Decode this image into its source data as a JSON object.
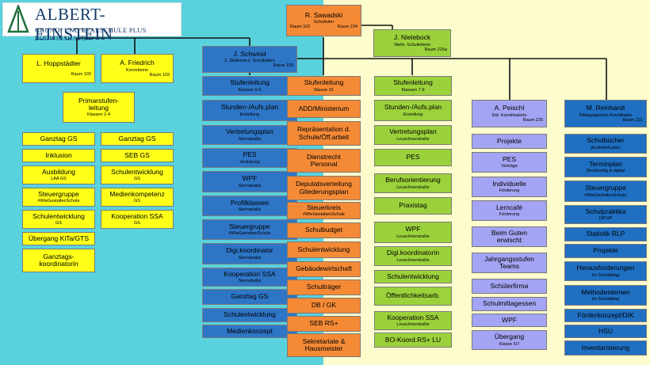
{
  "logo": {
    "name": "Albert-Einstein",
    "subtitle": "Grund- und Realschule plus Ludwigshafen"
  },
  "head": {
    "name": "R. Sawadski",
    "role": "Schulleiter",
    "room_left": "Raum 102",
    "room_right": "Raum 224"
  },
  "deputy2": {
    "name": "J. Nielebock",
    "role": "Stellv. Schulleiterin",
    "room": "Raum 225a"
  },
  "deputy1": {
    "name": "J. Schwind",
    "role": "2. Stellvertr.d. Schulleiters",
    "room": "Raum 103"
  },
  "hoppstaedter": {
    "name": "L. Hoppstädter",
    "room": "Raum 103"
  },
  "friedrich": {
    "name": "A. Friedrich",
    "role": "Konrektorin",
    "room": "Raum 103"
  },
  "primar": {
    "line1": "Primarstufen-",
    "line2": "leitung",
    "sub": "Klassen 1-4"
  },
  "gs_left": [
    {
      "t": "Ganztag GS",
      "s": ""
    },
    {
      "t": "Inklusion",
      "s": ""
    },
    {
      "t": "Ausbildung",
      "s": "LAA GS"
    },
    {
      "t": "Steuergruppe",
      "s": "#WieGestaltenSchule"
    },
    {
      "t": "Schulentwicklung",
      "s": "GS"
    },
    {
      "t": "Übergang KiTa/GTS",
      "s": ""
    },
    {
      "t": "Ganztags-",
      "t2": "koordinatorin",
      "s": ""
    }
  ],
  "gs_right": [
    {
      "t": "Ganztag GS",
      "s": ""
    },
    {
      "t": "SEB GS",
      "s": ""
    },
    {
      "t": "Schulentwicklung",
      "s": "GS"
    },
    {
      "t": "Medienkompetenz",
      "s": "GS"
    },
    {
      "t": "Kooperation SSA",
      "s": "GS"
    }
  ],
  "blue_col": [
    {
      "t": "Stufenleitung",
      "s": "Klassen 5-6"
    },
    {
      "t": "Stunden-/Aufs.plan",
      "s": "Erstellung"
    },
    {
      "t": "Vertretungsplan",
      "s": "Sternstraße"
    },
    {
      "t": "PES",
      "s": "Vertretung"
    },
    {
      "t": "WPF",
      "s": "Sternstraße"
    },
    {
      "t": "Profilklassen",
      "s": "Sternstraße"
    },
    {
      "t": "Steuergruppe",
      "s": "#WieGestaltenSchule"
    },
    {
      "t": "Digi.koordinator",
      "s": "Sternstraße"
    },
    {
      "t": "Kooperation SSA",
      "s": "Sternstraße"
    },
    {
      "t": "Ganztag GS",
      "s": ""
    },
    {
      "t": "Schulentwicklung",
      "s": ""
    },
    {
      "t": "Medienkonzept",
      "s": ""
    }
  ],
  "orange_col": [
    {
      "t": "Stufenleitung",
      "s": "Klasse 10"
    },
    {
      "t": "ADD/Ministerium",
      "s": ""
    },
    {
      "t": "Repräsentation d.",
      "t2": "Schule/Öff.arbeit",
      "s": ""
    },
    {
      "t": "Dienstrecht",
      "t2": "Personal",
      "s": ""
    },
    {
      "t": "Deputatsverteilung",
      "t2": "Gliederungsplan",
      "s": ""
    },
    {
      "t": "Steuerkreis",
      "s": "#WieGestaltenSchule"
    },
    {
      "t": "Schulbudget",
      "s": ""
    },
    {
      "t": "Schulentwicklung",
      "s": ""
    },
    {
      "t": "Gebäudewirtschaft",
      "s": ""
    },
    {
      "t": "Schulträger",
      "s": ""
    },
    {
      "t": "DB / GK",
      "s": ""
    },
    {
      "t": "SEB RS+",
      "s": ""
    },
    {
      "t": "Sekretariate &",
      "t2": "Hausmeister",
      "s": ""
    }
  ],
  "green_col": [
    {
      "t": "Stufenleitung",
      "s": "Klassen 7-9"
    },
    {
      "t": "Stunden-/Aufs.plan",
      "s": "Erstellung"
    },
    {
      "t": "Vertretungsplan",
      "s": "Leuschnerstraße"
    },
    {
      "t": "PES",
      "s": ""
    },
    {
      "t": "Berufsorientierung",
      "s": "Leuschnerstraße"
    },
    {
      "t": "Praxistag",
      "s": ""
    },
    {
      "t": "WPF",
      "s": "Leuschnerstraße"
    },
    {
      "t": "Digi.koordinatorin",
      "s": "Leuschnerstraße"
    },
    {
      "t": "Schulentwicklung",
      "s": ""
    },
    {
      "t": "Öffentlichkeitsarb.",
      "s": ""
    },
    {
      "t": "Kooperation SSA",
      "s": "Leuschnerstraße"
    },
    {
      "t": "BO-Koord.RS+ LU",
      "s": ""
    }
  ],
  "peischl": {
    "name": "A. Peischl",
    "role": "Did. Koordinatorin",
    "room": "Raum 226"
  },
  "purple_col": [
    {
      "t": "Projekte",
      "s": ""
    },
    {
      "t": "PES",
      "s": "Verträge"
    },
    {
      "t": "Individuelle",
      "s": "Förderung"
    },
    {
      "t": "Lerncafé",
      "s": "Förderung"
    },
    {
      "t": "Beim Guten",
      "t2": "erwischt",
      "s": ""
    },
    {
      "t": "Jahrgangsstufen",
      "t2": "Teams",
      "s": ""
    },
    {
      "t": "Schülerfirma",
      "s": ""
    },
    {
      "t": "Schulmittagessen",
      "s": ""
    },
    {
      "t": "WPF",
      "s": ""
    },
    {
      "t": "Übergang",
      "s": "Klasse 6/7"
    }
  ],
  "reinhardt": {
    "name": "M. Reinhardt",
    "role": "Pädagogischer Koordinator",
    "room": "Raum 221"
  },
  "rb_col": [
    {
      "t": "Schulbücher",
      "s": "Ausleihe/Listen"
    },
    {
      "t": "Terminplan",
      "s": "Rechtzeitig & digital"
    },
    {
      "t": "Steuergruppe",
      "s": "#WieGestaltenSchule"
    },
    {
      "t": "Schulpraktika",
      "s": "OP/VP"
    },
    {
      "t": "Statistik RLP",
      "s": ""
    },
    {
      "t": "Projekte",
      "s": ""
    },
    {
      "t": "Herausforderungen",
      "s": "im Schulalltag"
    },
    {
      "t": "Methodenlernen",
      "s": "im Schulalltag"
    },
    {
      "t": "Förderkonzept/DIK",
      "s": ""
    },
    {
      "t": "HSU",
      "s": ""
    },
    {
      "t": "Inventarisierung",
      "s": ""
    }
  ]
}
